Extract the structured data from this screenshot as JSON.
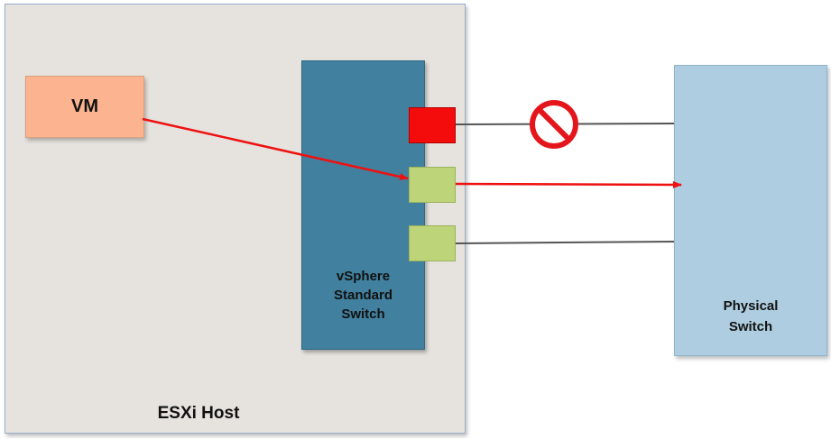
{
  "host": {
    "label": "ESXi Host"
  },
  "vm": {
    "label": "VM"
  },
  "vswitch": {
    "line1": "vSphere",
    "line2": "Standard",
    "line3": "Switch"
  },
  "physical_switch": {
    "line1": "Physical",
    "line2": "Switch"
  },
  "colors": {
    "host_bg": "#e6e3de",
    "vm_bg": "#fbb48f",
    "vswitch_bg": "#41809e",
    "port_blocked": "#f40b0b",
    "port_active": "#bdd479",
    "physical_switch_bg": "#aecde0",
    "traffic_arrow": "#ee1111",
    "uplink_line": "#555555",
    "blocked_icon": "#e4161b"
  },
  "icons": {
    "blocked": "prohibited-icon"
  }
}
